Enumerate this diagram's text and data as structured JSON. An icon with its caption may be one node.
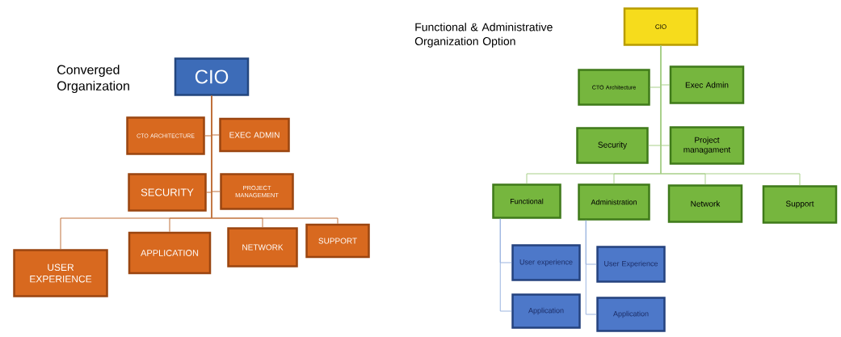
{
  "diagram": {
    "nodes": [
      {
        "text": [
          "CIO"
        ]
      },
      {
        "text": [
          "CTO ARCHITECTURE"
        ]
      },
      {
        "text": [
          "EXEC ADMIN"
        ]
      },
      {
        "text": [
          "SECURITY"
        ]
      },
      {
        "text": [
          "PROJECT MANAGEMENT"
        ]
      },
      {
        "text": [
          "USER EXPERIENCE"
        ]
      },
      {
        "text": [
          "APPLICATION"
        ]
      },
      {
        "text": [
          "NETWORK"
        ]
      },
      {
        "text": [
          "SUPPORT"
        ]
      },
      {
        "text": [
          "CIO"
        ]
      },
      {
        "text": [
          "CTO Architecture"
        ]
      },
      {
        "text": [
          "Exec Admin"
        ]
      },
      {
        "text": [
          "Security"
        ]
      },
      {
        "text": [
          "Project managament"
        ]
      },
      {
        "text": [
          "Functional"
        ]
      },
      {
        "text": [
          "Administration"
        ]
      },
      {
        "text": [
          "Network"
        ]
      },
      {
        "text": [
          "Support"
        ]
      },
      {
        "text": [
          "User experience"
        ]
      },
      {
        "text": [
          "Application"
        ]
      },
      {
        "text": [
          "User Experience"
        ]
      },
      {
        "text": [
          "Application"
        ]
      }
    ],
    "edges": [
      {
        "from": 0,
        "to": 1,
        "arrow": "none",
        "color": "#c0703a"
      },
      {
        "from": 0,
        "to": 2,
        "arrow": "none",
        "color": "#c0703a"
      },
      {
        "from": 0,
        "to": 3,
        "arrow": "none",
        "color": "#c0703a"
      },
      {
        "from": 0,
        "to": 4,
        "arrow": "none",
        "color": "#c0703a"
      },
      {
        "from": 0,
        "to": 5,
        "arrow": "none",
        "color": "#c0703a"
      },
      {
        "from": 0,
        "to": 6,
        "arrow": "none",
        "color": "#c0703a"
      },
      {
        "from": 0,
        "to": 7,
        "arrow": "none",
        "color": "#c0703a"
      },
      {
        "from": 0,
        "to": 8,
        "arrow": "none",
        "color": "#c0703a"
      },
      {
        "from": 9,
        "to": 10,
        "arrow": "none",
        "color": "#a8d08a"
      },
      {
        "from": 9,
        "to": 11,
        "arrow": "none",
        "color": "#a8d08a"
      },
      {
        "from": 9,
        "to": 12,
        "arrow": "none",
        "color": "#a8d08a"
      },
      {
        "from": 9,
        "to": 13,
        "arrow": "none",
        "color": "#a8d08a"
      },
      {
        "from": 9,
        "to": 14,
        "arrow": "none",
        "color": "#a8d08a"
      },
      {
        "from": 9,
        "to": 15,
        "arrow": "none",
        "color": "#a8d08a"
      },
      {
        "from": 9,
        "to": 16,
        "arrow": "none",
        "color": "#a8d08a"
      },
      {
        "from": 9,
        "to": 17,
        "arrow": "none",
        "color": "#a8d08a"
      },
      {
        "from": 14,
        "to": 18,
        "arrow": "none",
        "color": "#9bb5e0"
      },
      {
        "from": 14,
        "to": 19,
        "arrow": "none",
        "color": "#9bb5e0"
      },
      {
        "from": 15,
        "to": 20,
        "arrow": "none",
        "color": "#9bb5e0"
      },
      {
        "from": 15,
        "to": 21,
        "arrow": "none",
        "color": "#9bb5e0"
      }
    ],
    "labels": [
      "Converged Organization",
      "Functional & Administrative Organization Option"
    ]
  }
}
